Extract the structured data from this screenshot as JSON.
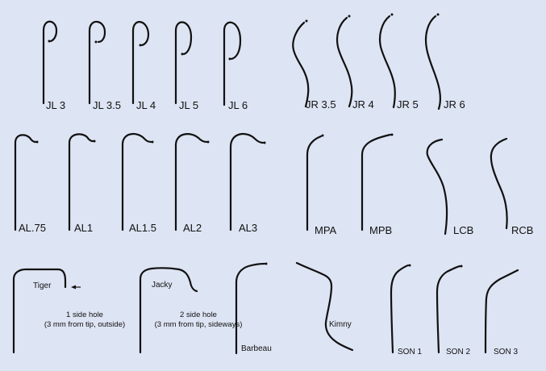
{
  "colors": {
    "background": "#dde4f3",
    "stroke": "#111111"
  },
  "labels": {
    "jl3": "JL 3",
    "jl35": "JL 3.5",
    "jl4": "JL 4",
    "jl5": "JL 5",
    "jl6": "JL 6",
    "jr35": "JR 3.5",
    "jr4": "JR 4",
    "jr5": "JR 5",
    "jr6": "JR 6",
    "al75": "AL.75",
    "al1": "AL1",
    "al15": "AL1.5",
    "al2": "AL2",
    "al3": "AL3",
    "mpa": "MPA",
    "mpb": "MPB",
    "lcb": "LCB",
    "rcb": "RCB",
    "tiger": "Tiger",
    "jacky": "Jacky",
    "barbeau": "Barbeau",
    "kimny": "Kimny",
    "son1": "SON 1",
    "son2": "SON 2",
    "son3": "SON 3"
  },
  "notes": {
    "tiger_line1": "1 side hole",
    "tiger_line2": "(3 mm from tip, outside)",
    "jacky_line1": "2 side hole",
    "jacky_line2": "(3 mm from tip, sideways)"
  }
}
